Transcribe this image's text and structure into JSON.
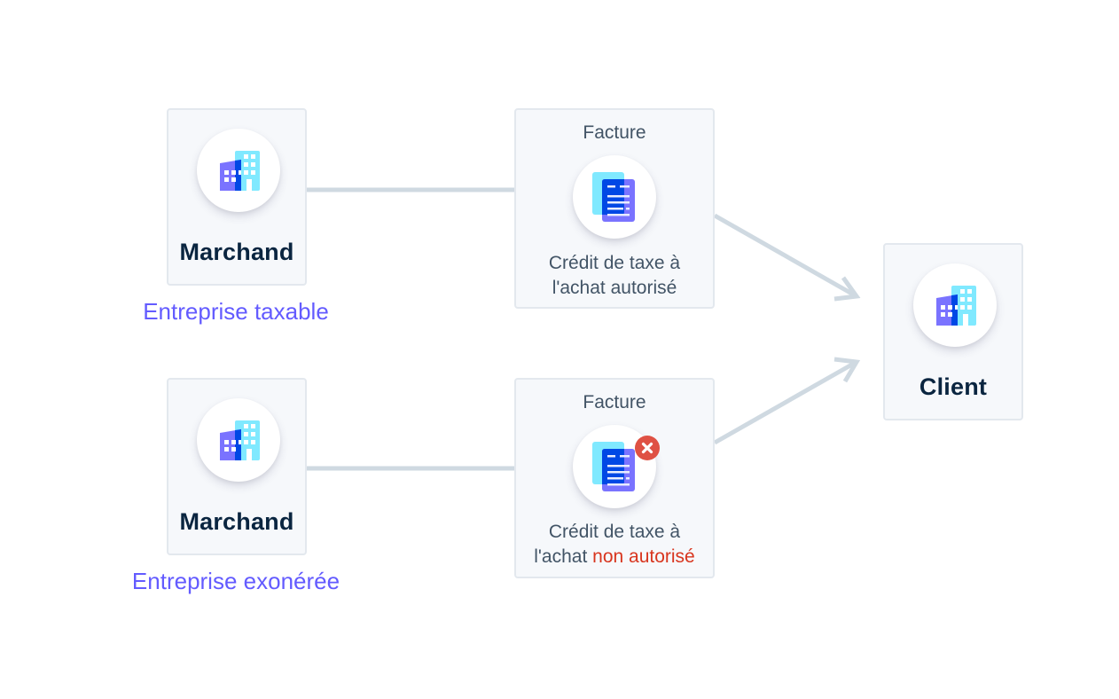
{
  "diagram": {
    "colors": {
      "accent_purple": "#635bff",
      "deny_red": "#d8351e",
      "badge_red": "#df5144",
      "connector": "#cfd9e1",
      "card_bg": "#f6f8fb",
      "card_border": "#e3e8ee",
      "heading_text": "#0a2540",
      "body_text": "#425466",
      "icon_cyan": "#80e9ff",
      "icon_violet": "#7a73ff",
      "icon_blue": "#0048e5"
    },
    "merchant_taxable": {
      "label": "Marchand",
      "icon": "building-icon",
      "category": "Entreprise taxable"
    },
    "merchant_exempt": {
      "label": "Marchand",
      "icon": "building-icon",
      "category": "Entreprise exonérée"
    },
    "invoice_allowed": {
      "title": "Facture",
      "icon": "invoice-document-icon",
      "desc_line1": "Crédit de taxe à",
      "desc_line2": "l'achat autorisé"
    },
    "invoice_denied": {
      "title": "Facture",
      "icon": "invoice-document-icon",
      "badge_icon": "x-circle-icon",
      "desc_line1": "Crédit de taxe à",
      "desc_line2_prefix": "l'achat ",
      "desc_line2_highlight": "non autorisé"
    },
    "customer": {
      "label": "Client",
      "icon": "building-icon"
    }
  }
}
